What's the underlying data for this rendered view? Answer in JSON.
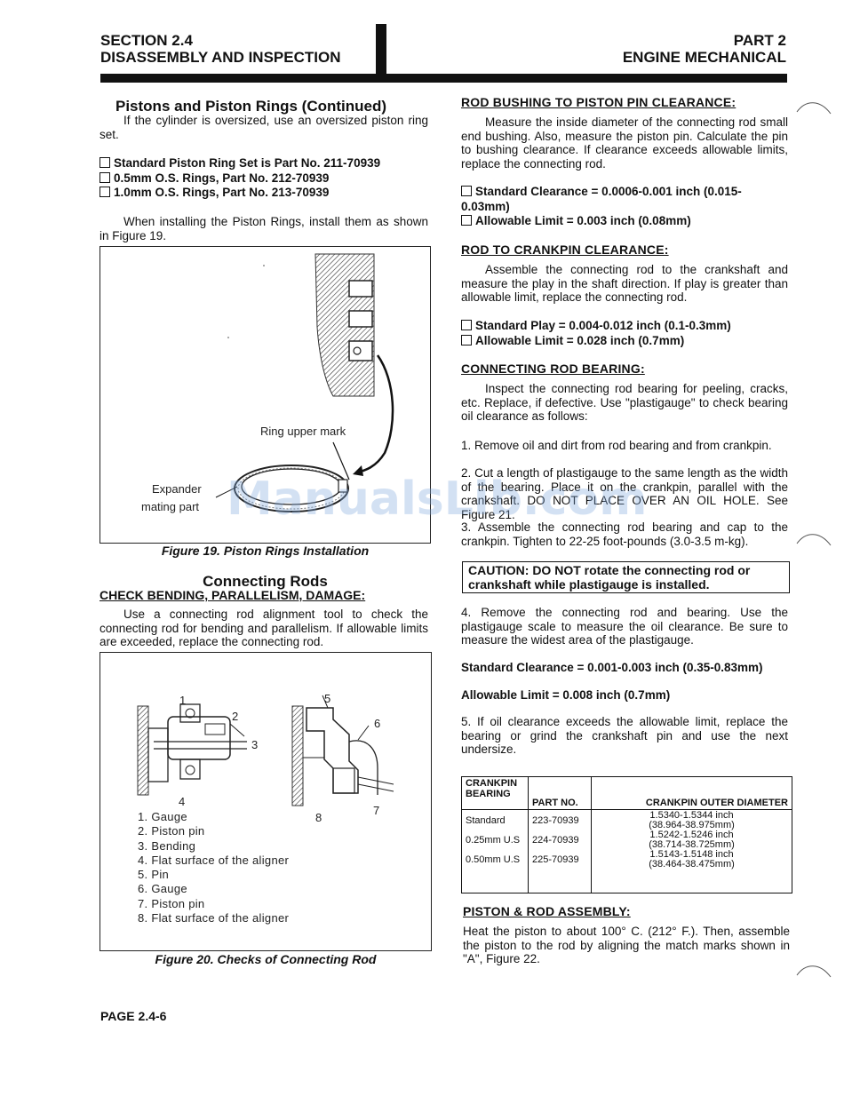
{
  "header": {
    "section": "SECTION 2.4",
    "section_title": "DISASSEMBLY AND INSPECTION",
    "part": "PART 2",
    "part_title": "ENGINE MECHANICAL"
  },
  "left": {
    "pistons_heading": "Pistons and Piston Rings (Continued)",
    "pistons_intro": "If the cylinder is oversized, use an oversized piston ring set.",
    "ring_sets": [
      "Standard Piston Ring Set is Part No. 211-70939",
      "0.5mm O.S. Rings, Part No. 212-70939",
      "1.0mm O.S. Rings, Part No. 213-70939"
    ],
    "install_text": "When installing the Piston Rings, install them as shown in Figure 19.",
    "fig19": {
      "label_ring_upper": "Ring upper mark",
      "label_expander_1": "Expander",
      "label_expander_2": "mating part",
      "caption": "Figure 19. Piston Rings Installation"
    },
    "rods_heading": "Connecting Rods",
    "check_heading": "CHECK BENDING, PARALLELISM, DAMAGE:",
    "check_text": "Use a connecting rod alignment tool to check the connecting rod for bending and parallelism. If allowable limits are exceeded, replace the connecting rod.",
    "fig20": {
      "callouts": [
        "1",
        "2",
        "3",
        "4",
        "5",
        "6",
        "7",
        "8"
      ],
      "legend": [
        "1.  Gauge",
        "2.  Piston pin",
        "3.  Bending",
        "4.  Flat surface of the aligner",
        "5.  Pin",
        "6.  Gauge",
        "7.  Piston pin",
        "8.  Flat surface of the aligner"
      ],
      "caption": "Figure 20. Checks of Connecting Rod"
    }
  },
  "right": {
    "bushing_heading": "ROD BUSHING TO PISTON PIN CLEARANCE:",
    "bushing_text": "Measure the inside diameter of the connecting rod small end bushing. Also, measure the piston pin. Calculate the pin to bushing clearance. If clearance exceeds allowable limits, replace the connecting rod.",
    "bushing_std": "Standard Clearance = 0.0006-0.001 inch (0.015-0.03mm)",
    "bushing_limit": "Allowable Limit = 0.003 inch (0.08mm)",
    "crankpin_heading": "ROD TO CRANKPIN CLEARANCE:",
    "crankpin_text": "Assemble the connecting rod to the crankshaft and measure the play in the shaft direction. If play is greater than allowable limit, replace the connecting rod.",
    "crankpin_std": "Standard Play = 0.004-0.012 inch (0.1-0.3mm)",
    "crankpin_limit": "Allowable Limit = 0.028 inch (0.7mm)",
    "bearing_heading": "CONNECTING ROD BEARING:",
    "bearing_text": "Inspect the connecting rod bearing for peeling, cracks, etc. Replace, if defective. Use \"plastigauge\" to check bearing oil clearance as follows:",
    "step1": "1. Remove oil and dirt from rod bearing and from crankpin.",
    "step2": "2. Cut a length of plastigauge to the same length as the width of the bearing. Place it on the crankpin, parallel with the crankshaft. DO NOT PLACE OVER AN OIL HOLE. See Figure 21.",
    "step3": "3. Assemble the connecting rod bearing and cap to the crankpin. Tighten to 22-25 foot-pounds (3.0-3.5 m-kg).",
    "caution": "CAUTION: DO NOT rotate the connecting rod or crankshaft while plastigauge is installed.",
    "step4": "4. Remove the connecting rod and bearing. Use the plastigauge scale to measure the oil clearance. Be sure to measure the widest area of the plastigauge.",
    "oil_std": "Standard Clearance = 0.001-0.003 inch (0.35-0.83mm)",
    "oil_limit": "Allowable Limit = 0.008 inch (0.7mm)",
    "step5": "5. If oil clearance exceeds the allowable limit, replace the bearing or grind the crankshaft pin and use the next undersize.",
    "table": {
      "headers": [
        "CRANKPIN BEARING",
        "PART NO.",
        "CRANKPIN OUTER DIAMETER"
      ],
      "rows": [
        {
          "bearing": "Standard",
          "part": "223-70939",
          "dia_in": "1.5340-1.5344 inch",
          "dia_mm": "(38.964-38.975mm)"
        },
        {
          "bearing": "0.25mm U.S",
          "part": "224-70939",
          "dia_in": "1.5242-1.5246 inch",
          "dia_mm": "(38.714-38.725mm)"
        },
        {
          "bearing": "0.50mm U.S",
          "part": "225-70939",
          "dia_in": "1.5143-1.5148 inch",
          "dia_mm": "(38.464-38.475mm)"
        }
      ]
    },
    "assembly_heading": "PISTON & ROD ASSEMBLY:",
    "assembly_text": "Heat the piston to about 100° C. (212° F.). Then, assemble the piston to the rod by aligning the match marks shown in \"A\", Figure 22."
  },
  "footer": {
    "page": "PAGE 2.4-6"
  },
  "watermark": "ManualsLib.com"
}
